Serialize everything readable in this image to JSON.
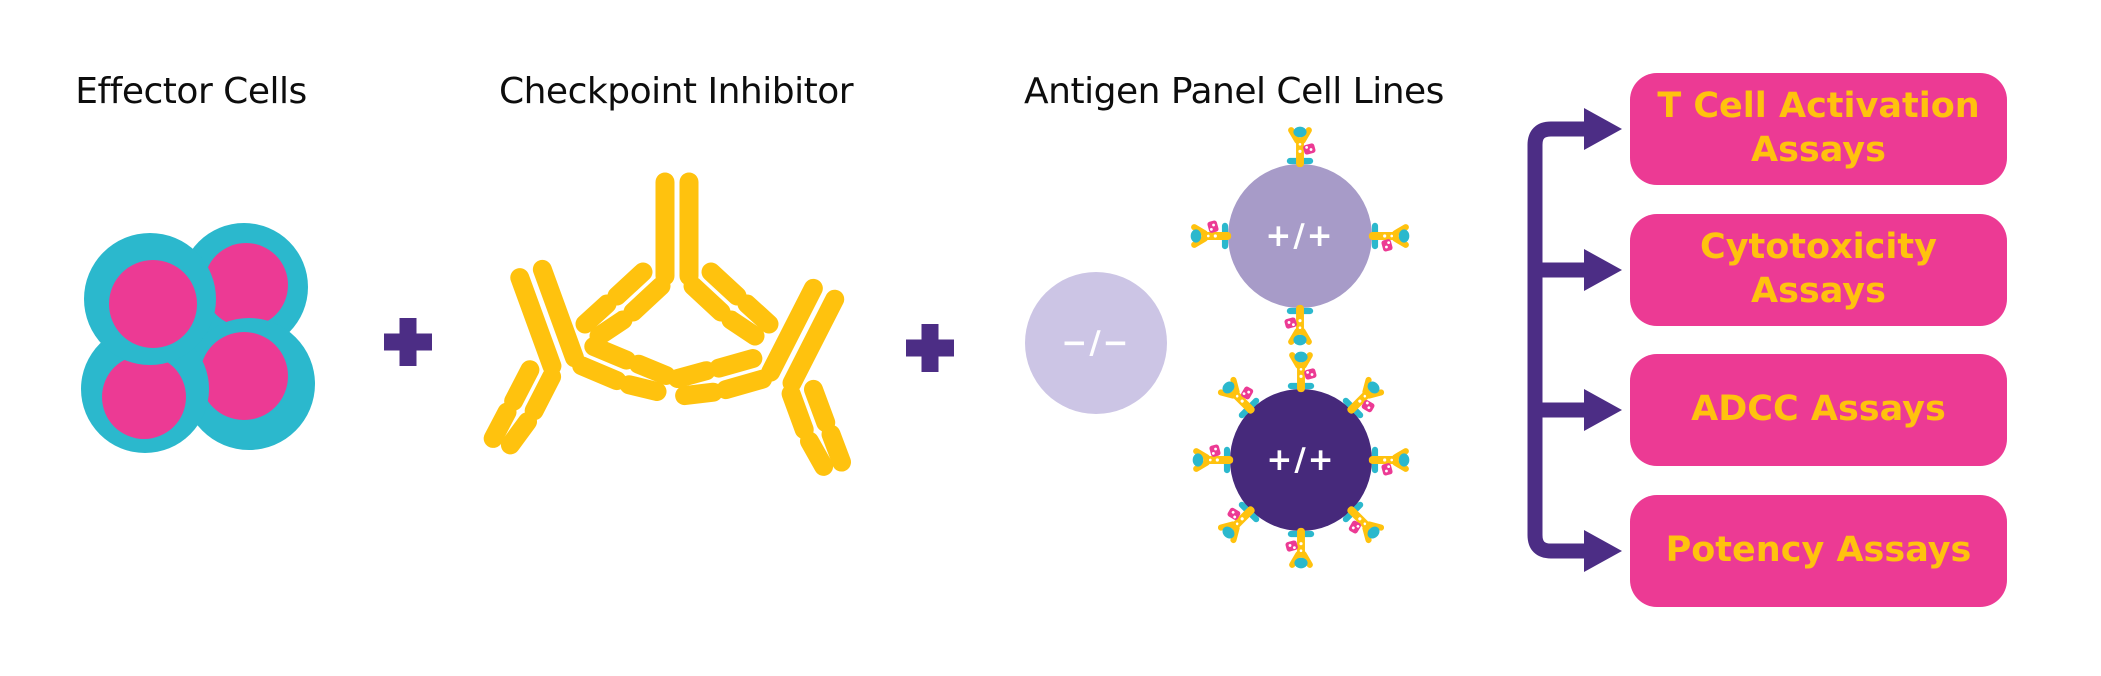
{
  "headings": {
    "effector_cells": "Effector Cells",
    "checkpoint_inhibitor": "Checkpoint Inhibitor",
    "antigen_panel_cell_lines": "Antigen Panel Cell Lines"
  },
  "plus_operator": "+",
  "cell_lines": {
    "double_negative": {
      "genotype": "−/−"
    },
    "positive_medium": {
      "genotype": "+/+"
    },
    "positive_high": {
      "genotype": "+/+"
    }
  },
  "assays": [
    {
      "label": "T Cell Activation\nAssays"
    },
    {
      "label": "Cytotoxicity\nAssays"
    },
    {
      "label": "ADCC Assays"
    },
    {
      "label": "Potency Assays"
    }
  ],
  "icons": {
    "effector-cells-icon": "cluster of four teal cells with magenta nuclei",
    "antibody-icon": "yellow Y-shaped checkpoint inhibitor antibody (x3)",
    "plus-icon": "purple plus sign between workflow steps",
    "antigen-receptor-icon": "yellow surface receptor with teal antigen and magenta marker",
    "flow-bracket-icon": "purple bracket with four right arrows into assay boxes"
  },
  "colors": {
    "magenta": "#EC3A94",
    "yellow": "#FFC20E",
    "teal": "#2BB8CD",
    "purple": "#4C2D85",
    "cell_dark": "#46297B",
    "cell_mid": "#A79BC8",
    "cell_light": "#CCC5E5",
    "heading_text": "#0d0d0d",
    "genotype_text": "#ffffff"
  }
}
